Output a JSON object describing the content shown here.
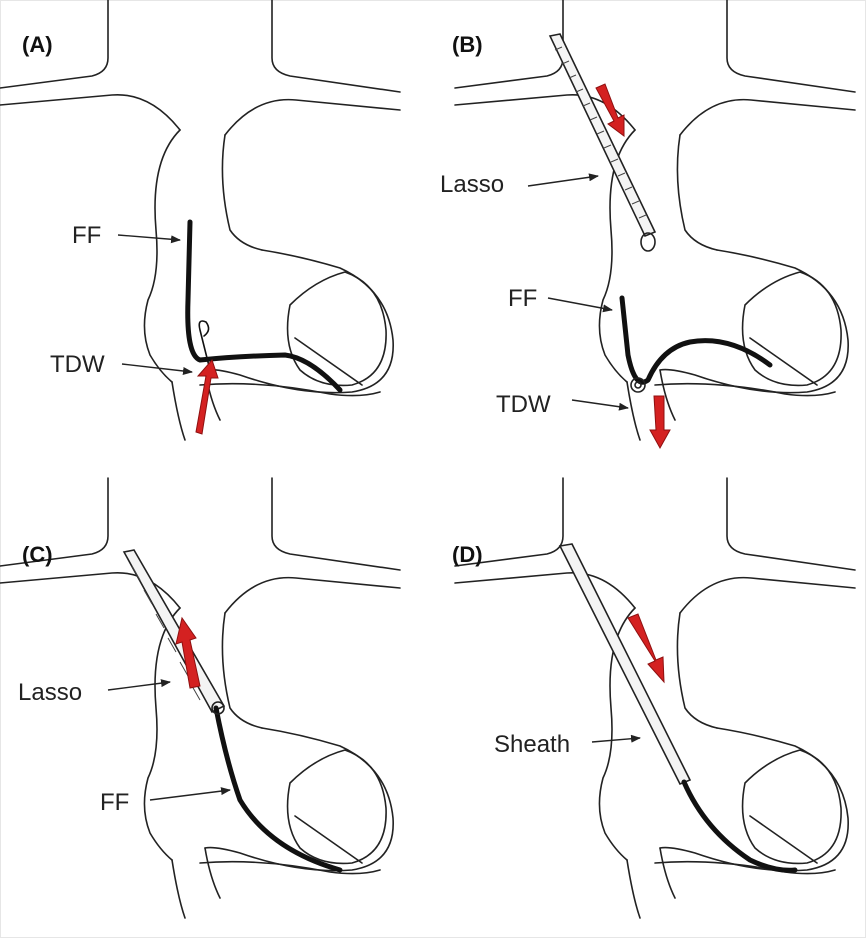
{
  "panels": [
    {
      "id": "A",
      "label": "(A)",
      "callouts": [
        "FF",
        "TDW"
      ]
    },
    {
      "id": "B",
      "label": "(B)",
      "callouts": [
        "Lasso",
        "FF",
        "TDW"
      ]
    },
    {
      "id": "C",
      "label": "(C)",
      "callouts": [
        "Lasso",
        "FF"
      ]
    },
    {
      "id": "D",
      "label": "(D)",
      "callouts": [
        "Sheath"
      ]
    }
  ],
  "colors": {
    "arrow": "#d42121",
    "line": "#222222",
    "background": "#ffffff"
  }
}
